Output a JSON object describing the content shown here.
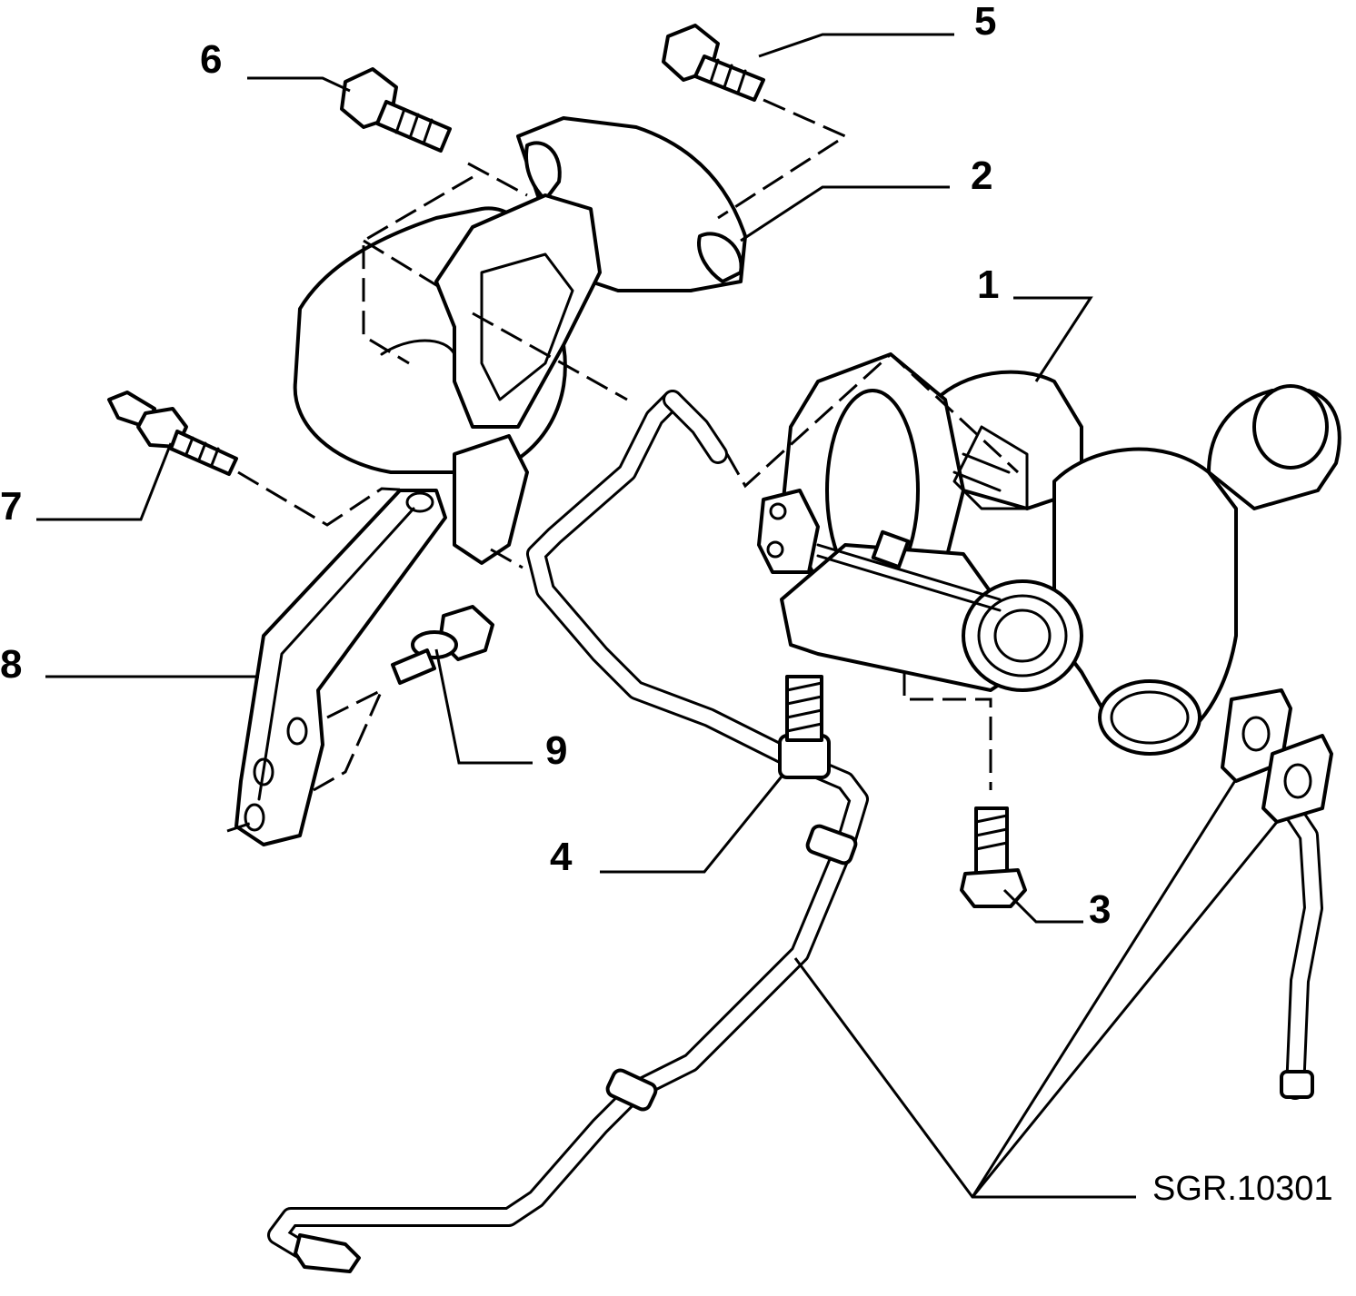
{
  "diagram": {
    "callouts": [
      "1",
      "2",
      "3",
      "4",
      "5",
      "6",
      "7",
      "8",
      "9"
    ],
    "reference_code": "SGR.10301"
  }
}
